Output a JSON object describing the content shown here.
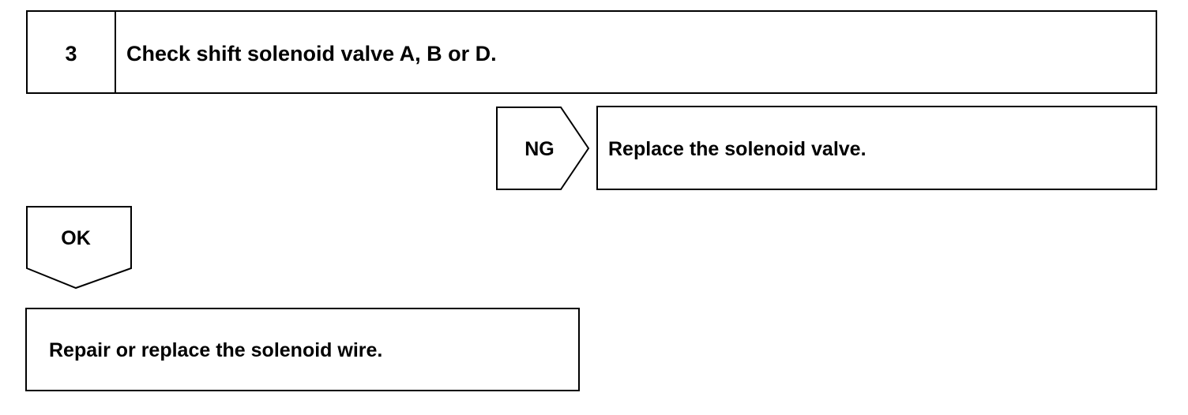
{
  "step": {
    "number": "3",
    "title": "Check shift solenoid valve A, B or D."
  },
  "ng_branch": {
    "label": "NG",
    "action": "Replace the solenoid valve."
  },
  "ok_branch": {
    "label": "OK",
    "action": "Repair or replace the solenoid wire."
  },
  "colors": {
    "stroke": "#000000",
    "background": "#ffffff"
  }
}
